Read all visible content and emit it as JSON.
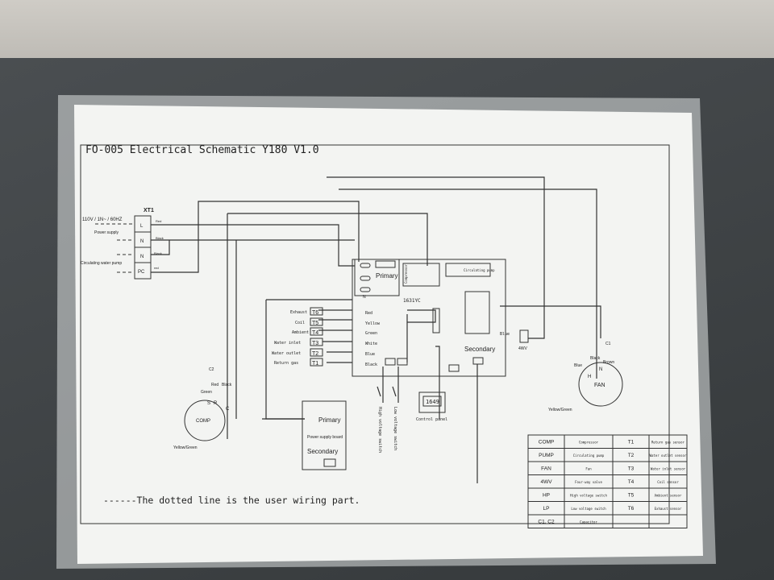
{
  "title": "FO-005 Electrical Schematic Y180 V1.0",
  "terminal_block": {
    "name": "XT1",
    "supply_label": "110V / 1N~ / 60HZ",
    "power_supply": "Power supply",
    "pump_label": "Circulating water pump",
    "terminals": [
      {
        "id": "L",
        "wire": "Red"
      },
      {
        "id": "N",
        "wire": "Black"
      },
      {
        "id": "N",
        "wire": "Black"
      },
      {
        "id": "PC",
        "wire": "red"
      }
    ]
  },
  "sensors": [
    {
      "name": "Exhaust",
      "id": "T6",
      "wire": "Red"
    },
    {
      "name": "Coil",
      "id": "T5",
      "wire": "Yellow"
    },
    {
      "name": "Ambient",
      "id": "T4",
      "wire": "Green"
    },
    {
      "name": "Water inlet",
      "id": "T3",
      "wire": "White"
    },
    {
      "name": "Water outlet",
      "id": "T2",
      "wire": "Blue"
    },
    {
      "name": "Return gas",
      "id": "T1",
      "wire": "Black"
    }
  ],
  "main_board": {
    "primary": "Primary",
    "n": "N",
    "model": "1631YC",
    "secondary": "Secondary",
    "circulating_pump": "Circulating pump",
    "compressor": "Compressor"
  },
  "fan": {
    "label": "FAN",
    "cap": "C1",
    "wires": [
      "Black",
      "Brown",
      "Blue"
    ],
    "h": "H",
    "n": "N",
    "ground": "Yellow/Green",
    "valve": "4WV",
    "valve_wire": "Blue"
  },
  "comp": {
    "label": "COMP",
    "cap": "C2",
    "wires": [
      "Red",
      "Black",
      "Green"
    ],
    "pins": [
      "S",
      "R",
      "C"
    ],
    "ground": "Yellow/Green"
  },
  "control_panel": {
    "display": "1649",
    "label": "Control panel"
  },
  "switches": {
    "high": "High voltage switch",
    "low": "Low voltage switch"
  },
  "psu": {
    "primary": "Primary",
    "label": "Power supply board",
    "secondary": "Secondary"
  },
  "footnote": "------The dotted line is the user wiring part.",
  "legend": [
    [
      "COMP",
      "Compressor",
      "T1",
      "Return gas sensor"
    ],
    [
      "PUMP",
      "Circulating pump",
      "T2",
      "Water outlet sensor"
    ],
    [
      "FAN",
      "Fan",
      "T3",
      "Water inlet sensor"
    ],
    [
      "4WV",
      "Four-way valve",
      "T4",
      "Coil sensor"
    ],
    [
      "HP",
      "High voltage switch",
      "T5",
      "Ambient sensor"
    ],
    [
      "LP",
      "Low voltage switch",
      "T6",
      "Exhaust sensor"
    ],
    [
      "C1, C2",
      "Capacitor",
      "",
      ""
    ]
  ]
}
